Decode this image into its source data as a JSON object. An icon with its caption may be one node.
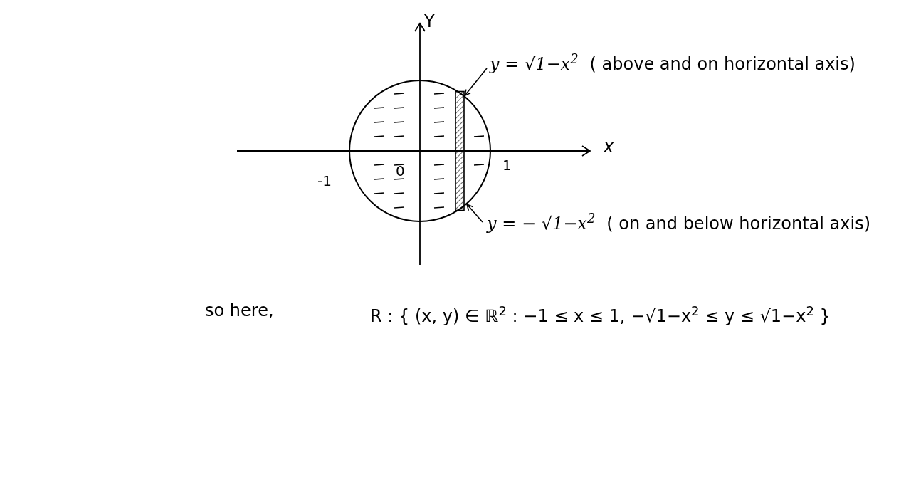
{
  "diagram": {
    "nodes": [
      {
        "text": [],
        "shape": "circle"
      },
      {
        "text": [
          "y = √1−x$^{2}$",
          "( above and on horizontal axis)"
        ]
      },
      {
        "text": [
          "y = − √1−x$^{2}$",
          "( on and below horizontal axis)"
        ]
      }
    ],
    "edges": [
      {
        "from": 1,
        "to": 0,
        "arrow": "to"
      },
      {
        "from": 2,
        "to": 0,
        "arrow": "to"
      }
    ],
    "labels": [
      "Y",
      "x",
      "-1",
      "0",
      "1",
      "so here,",
      "R : { (x, y) ∈ ℝ$^{2}$ : −1 ≤ x ≤ 1, −√1−x$^{2}$ ≤ y ≤ √1−x$^{2}$ }"
    ]
  }
}
